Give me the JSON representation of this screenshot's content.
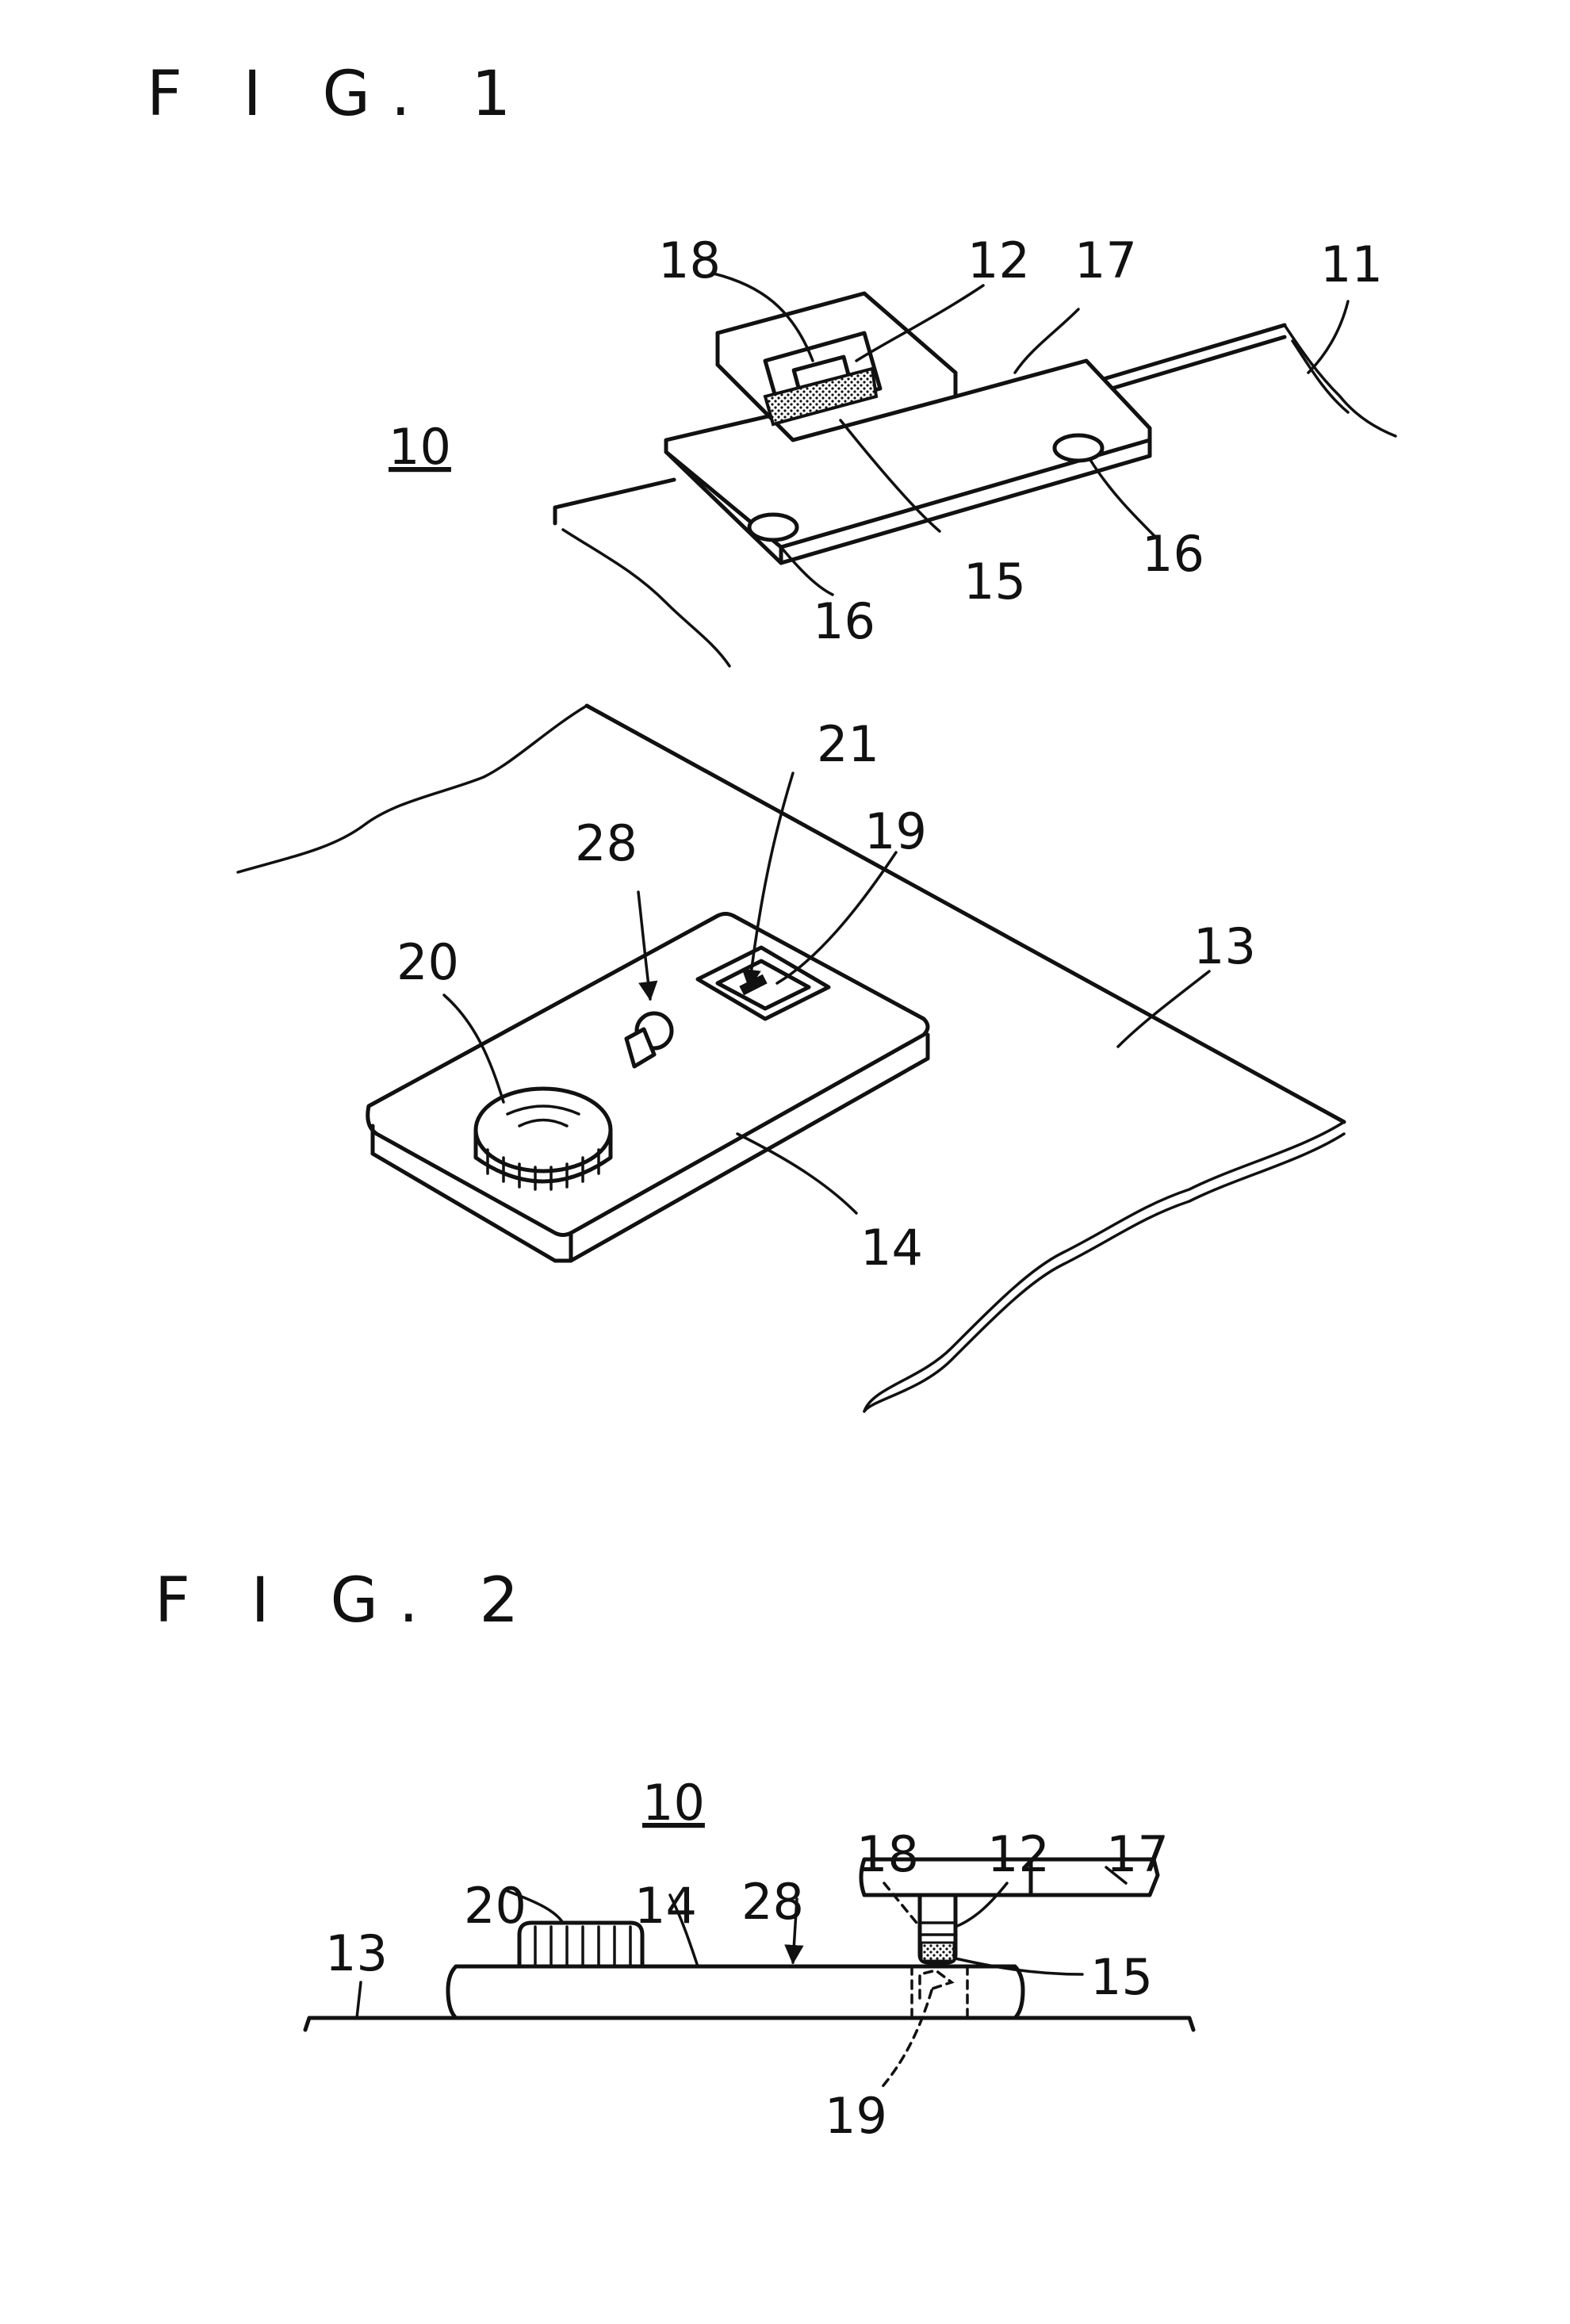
{
  "figures": {
    "fig1": {
      "title": "F I G. 1",
      "refs": {
        "r10": "10",
        "r11": "11",
        "r12": "12",
        "r13": "13",
        "r14": "14",
        "r15": "15",
        "r16a": "16",
        "r16b": "16",
        "r17": "17",
        "r18": "18",
        "r19": "19",
        "r20": "20",
        "r21": "21",
        "r28": "28"
      }
    },
    "fig2": {
      "title": "F I G. 2",
      "refs": {
        "r10": "10",
        "r12": "12",
        "r13": "13",
        "r14": "14",
        "r15": "15",
        "r17": "17",
        "r18": "18",
        "r19": "19",
        "r20": "20",
        "r28": "28"
      }
    }
  }
}
